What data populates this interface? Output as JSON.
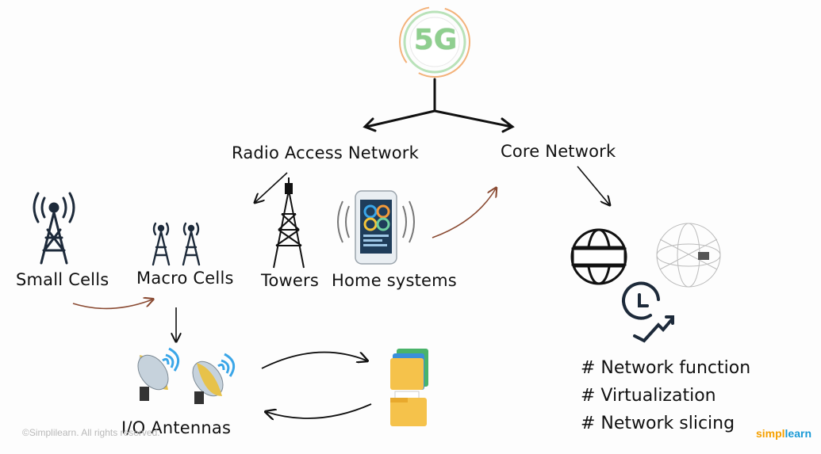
{
  "center": {
    "badge": "5G"
  },
  "branches": {
    "ran": "Radio Access Network",
    "core": "Core Network"
  },
  "nodes": {
    "small_cells": "Small Cells",
    "macro_cells": "Macro Cells",
    "towers": "Towers",
    "home_systems": "Home systems",
    "io_antennas": "I/O Antennas"
  },
  "core_features": [
    "# Network function",
    "# Virtualization",
    "# Network slicing"
  ],
  "footer": {
    "copyright": "©Simplilearn. All rights reserved.",
    "brand_a": "simpl",
    "brand_b": "learn"
  },
  "colors": {
    "accent_arrow": "#8a4a32",
    "badge_green": "#8fcf8f",
    "badge_orange": "#f3b27a",
    "wifi_blue": "#3aa6e8",
    "folder_yellow": "#f5c24b"
  },
  "icons": [
    "signal-tower-icon",
    "macro-cell-icon",
    "cell-tower-icon",
    "smartphone-icon",
    "satellite-dish-icon",
    "folder-stack-icon",
    "globe-www-icon",
    "network-sphere-icon",
    "clock-trend-icon"
  ]
}
